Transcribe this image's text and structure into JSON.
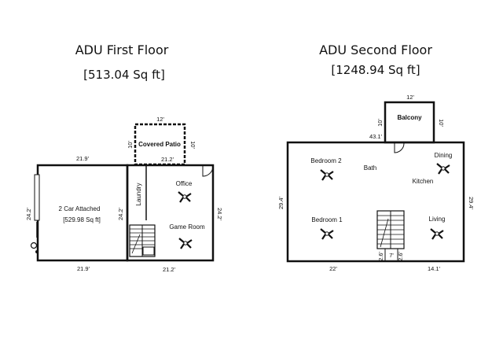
{
  "first_floor": {
    "title": "ADU First Floor",
    "area": "[513.04 Sq ft]",
    "patio_label": "Covered Patio",
    "patio_width": "12'",
    "patio_depth_left": "10'",
    "patio_depth_right": "10'",
    "garage_label": "2 Car Attached",
    "garage_area": "[529.98 Sq ft]",
    "garage_width_top": "21.9'",
    "garage_width_bottom": "21.9'",
    "garage_depth_left": "24.2'",
    "living_width_top": "21.2'",
    "living_width_bottom": "21.2'",
    "living_depth_left": "24.2'",
    "living_depth_right": "24.2'",
    "rooms": {
      "laundry": "Laundry",
      "office": "Office",
      "game_room": "Game Room"
    }
  },
  "second_floor": {
    "title": "ADU Second Floor",
    "area": "[1248.94 Sq ft]",
    "balcony_label": "Balcony",
    "balcony_width": "12'",
    "balcony_depth_left": "10'",
    "balcony_depth_right": "10'",
    "top_width": "43.1'",
    "depth_left": "29.4'",
    "depth_right": "29.4'",
    "bottom_left_width": "22'",
    "bottom_right_width": "14.1'",
    "stair_width": "7'",
    "stair_side_left": "2.6'",
    "stair_side_right": "2.6'",
    "rooms": {
      "bedroom_2": "Bedroom 2",
      "bath": "Bath",
      "dining": "Dining",
      "kitchen": "Kitchen",
      "bedroom_1": "Bedroom 1",
      "living": "Living"
    }
  }
}
